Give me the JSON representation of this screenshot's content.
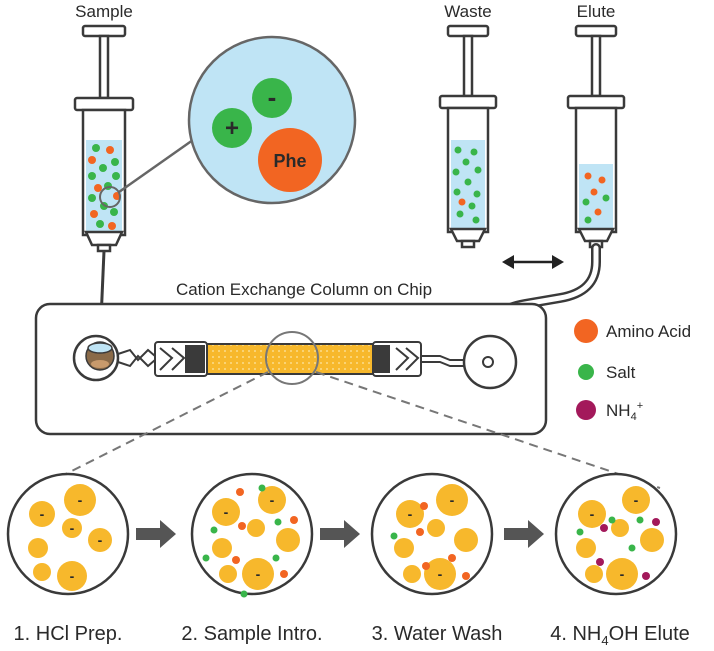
{
  "labels": {
    "sample": "Sample",
    "waste": "Waste",
    "elute": "Elute",
    "column": "Cation Exchange Column on Chip",
    "zoom_plus": "+",
    "zoom_minus": "-",
    "zoom_phe": "Phe",
    "minus": "-",
    "plus": "+"
  },
  "legend": {
    "items": [
      {
        "label": "Amino Acid",
        "color": "#f26522"
      },
      {
        "label": "Salt",
        "color": "#39b54a"
      },
      {
        "label": "NH",
        "sub": "4",
        "sup": "+",
        "color": "#a3195b"
      }
    ]
  },
  "steps": [
    {
      "number": "1.",
      "text": "HCl Prep."
    },
    {
      "number": "2.",
      "text": "Sample Intro."
    },
    {
      "number": "3.",
      "text": "Water Wash"
    },
    {
      "number": "4.",
      "text": "NH",
      "sub": "4",
      "text_after": "OH Elute"
    }
  ],
  "colors": {
    "amino_acid": "#f26522",
    "salt": "#39b54a",
    "ammonium": "#a3195b",
    "resin": "#f7b82c",
    "liquid": "#bfe4f5",
    "outline": "#3a3a3a"
  }
}
